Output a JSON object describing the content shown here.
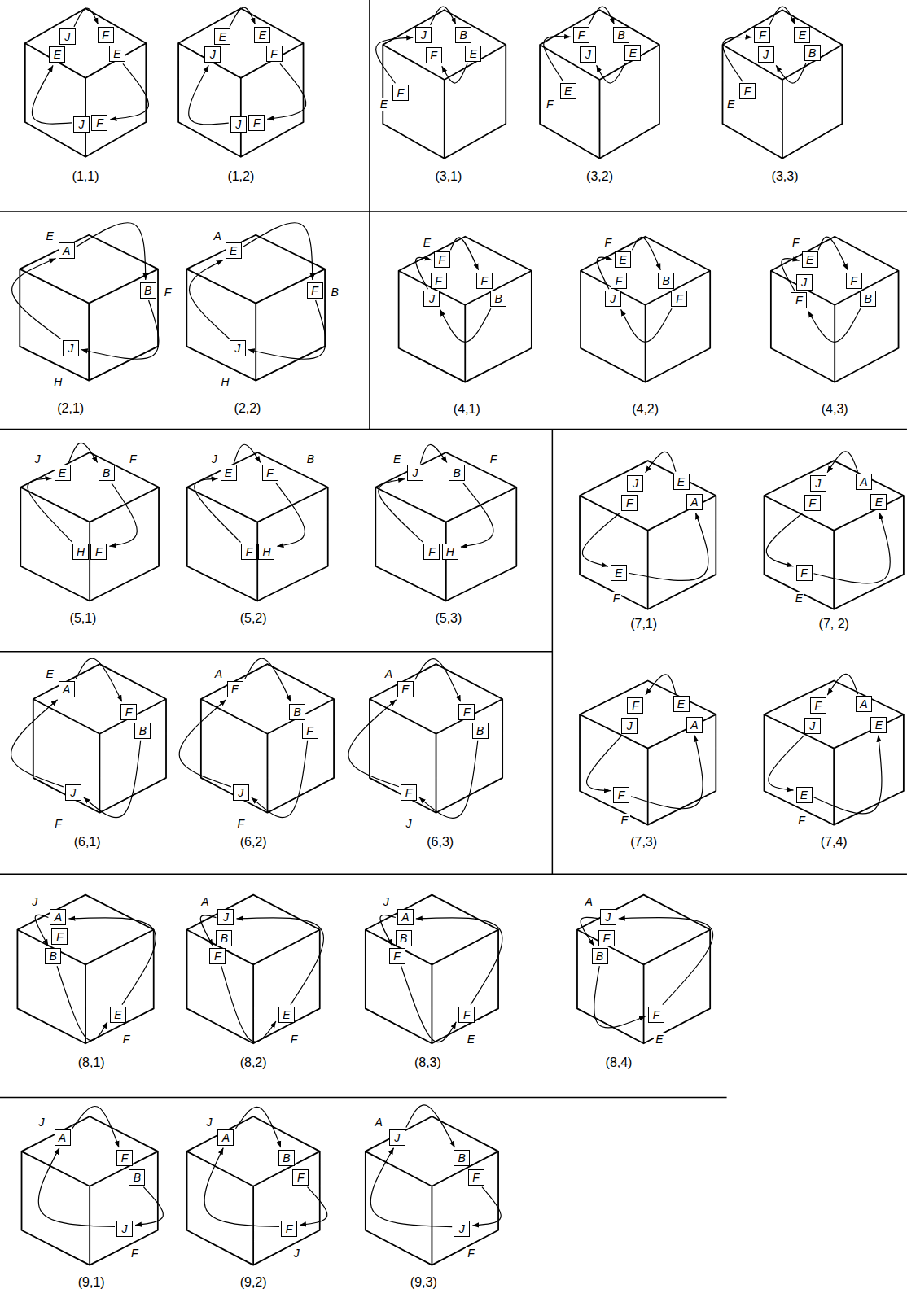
{
  "diagram": {
    "nodes": [
      {
        "text": [
          "J"
        ]
      },
      {
        "text": [
          "F"
        ]
      },
      {
        "text": [
          "E"
        ]
      },
      {
        "text": [
          "E"
        ]
      },
      {
        "text": [
          "J"
        ]
      },
      {
        "text": [
          "F"
        ]
      },
      {
        "text": [
          "E"
        ]
      },
      {
        "text": [
          "E"
        ]
      },
      {
        "text": [
          "J"
        ]
      },
      {
        "text": [
          "F"
        ]
      },
      {
        "text": [
          "J"
        ]
      },
      {
        "text": [
          "F"
        ]
      },
      {
        "text": [
          "J"
        ]
      },
      {
        "text": [
          "B"
        ]
      },
      {
        "text": [
          "F"
        ]
      },
      {
        "text": [
          "E"
        ]
      },
      {
        "text": [
          "F"
        ]
      },
      {
        "text": [
          "F"
        ]
      },
      {
        "text": [
          "B"
        ]
      },
      {
        "text": [
          "J"
        ]
      },
      {
        "text": [
          "E"
        ]
      },
      {
        "text": [
          "E"
        ]
      },
      {
        "text": [
          "F"
        ]
      },
      {
        "text": [
          "E"
        ]
      },
      {
        "text": [
          "J"
        ]
      },
      {
        "text": [
          "B"
        ]
      },
      {
        "text": [
          "F"
        ]
      },
      {
        "text": [
          "A"
        ]
      },
      {
        "text": [
          "B"
        ]
      },
      {
        "text": [
          "J"
        ]
      },
      {
        "text": [
          "E"
        ]
      },
      {
        "text": [
          "F"
        ]
      },
      {
        "text": [
          "J"
        ]
      },
      {
        "text": [
          "F"
        ]
      },
      {
        "text": [
          "F"
        ]
      },
      {
        "text": [
          "F"
        ]
      },
      {
        "text": [
          "J"
        ]
      },
      {
        "text": [
          "B"
        ]
      },
      {
        "text": [
          "E"
        ]
      },
      {
        "text": [
          "F"
        ]
      },
      {
        "text": [
          "B"
        ]
      },
      {
        "text": [
          "J"
        ]
      },
      {
        "text": [
          "F"
        ]
      },
      {
        "text": [
          "E"
        ]
      },
      {
        "text": [
          "J"
        ]
      },
      {
        "text": [
          "F"
        ]
      },
      {
        "text": [
          "F"
        ]
      },
      {
        "text": [
          "B"
        ]
      },
      {
        "text": [
          "E"
        ]
      },
      {
        "text": [
          "B"
        ]
      },
      {
        "text": [
          "H"
        ]
      },
      {
        "text": [
          "F"
        ]
      },
      {
        "text": [
          "E"
        ]
      },
      {
        "text": [
          "F"
        ]
      },
      {
        "text": [
          "F"
        ]
      },
      {
        "text": [
          "H"
        ]
      },
      {
        "text": [
          "J"
        ]
      },
      {
        "text": [
          "B"
        ]
      },
      {
        "text": [
          "F"
        ]
      },
      {
        "text": [
          "H"
        ]
      },
      {
        "text": [
          "J"
        ]
      },
      {
        "text": [
          "E"
        ]
      },
      {
        "text": [
          "F"
        ]
      },
      {
        "text": [
          "A"
        ]
      },
      {
        "text": [
          "E"
        ]
      },
      {
        "text": [
          "J"
        ]
      },
      {
        "text": [
          "A"
        ]
      },
      {
        "text": [
          "F"
        ]
      },
      {
        "text": [
          "E"
        ]
      },
      {
        "text": [
          "F"
        ]
      },
      {
        "text": [
          "A"
        ]
      },
      {
        "text": [
          "F"
        ]
      },
      {
        "text": [
          "B"
        ]
      },
      {
        "text": [
          "J"
        ]
      },
      {
        "text": [
          "E"
        ]
      },
      {
        "text": [
          "B"
        ]
      },
      {
        "text": [
          "F"
        ]
      },
      {
        "text": [
          "J"
        ]
      },
      {
        "text": [
          "E"
        ]
      },
      {
        "text": [
          "F"
        ]
      },
      {
        "text": [
          "B"
        ]
      },
      {
        "text": [
          "F"
        ]
      },
      {
        "text": [
          "F"
        ]
      },
      {
        "text": [
          "E"
        ]
      },
      {
        "text": [
          "J"
        ]
      },
      {
        "text": [
          "A"
        ]
      },
      {
        "text": [
          "F"
        ]
      },
      {
        "text": [
          "F"
        ]
      },
      {
        "text": [
          "A"
        ]
      },
      {
        "text": [
          "J"
        ]
      },
      {
        "text": [
          "E"
        ]
      },
      {
        "text": [
          "E"
        ]
      },
      {
        "text": [
          "A"
        ]
      },
      {
        "text": [
          "F"
        ]
      },
      {
        "text": [
          "B"
        ]
      },
      {
        "text": [
          "E"
        ]
      },
      {
        "text": [
          "J"
        ]
      },
      {
        "text": [
          "B"
        ]
      },
      {
        "text": [
          "F"
        ]
      },
      {
        "text": [
          "E"
        ]
      },
      {
        "text": [
          "A"
        ]
      },
      {
        "text": [
          "B"
        ]
      },
      {
        "text": [
          "F"
        ]
      },
      {
        "text": [
          "F"
        ]
      },
      {
        "text": [
          "J"
        ]
      },
      {
        "text": [
          "F"
        ]
      },
      {
        "text": [
          "B"
        ]
      },
      {
        "text": [
          "F"
        ]
      },
      {
        "text": [
          "A"
        ]
      },
      {
        "text": [
          "F"
        ]
      },
      {
        "text": [
          "B"
        ]
      },
      {
        "text": [
          "J"
        ]
      },
      {
        "text": [
          "A"
        ]
      },
      {
        "text": [
          "B"
        ]
      },
      {
        "text": [
          "F"
        ]
      },
      {
        "text": [
          "F"
        ]
      },
      {
        "text": [
          "J"
        ]
      },
      {
        "text": [
          "B"
        ]
      },
      {
        "text": [
          "F"
        ]
      },
      {
        "text": [
          "J"
        ]
      }
    ],
    "edges": [
      {
        "from": 0,
        "to": 1,
        "arrow": "to"
      },
      {
        "from": 3,
        "to": 5,
        "arrow": "to"
      },
      {
        "from": 4,
        "to": 2,
        "arrow": "to"
      },
      {
        "from": 6,
        "to": 7,
        "arrow": "to"
      },
      {
        "from": 9,
        "to": 11,
        "arrow": "to"
      },
      {
        "from": 10,
        "to": 8,
        "arrow": "to"
      },
      {
        "from": 12,
        "to": 13,
        "arrow": "to"
      },
      {
        "from": 15,
        "to": 14,
        "arrow": "to"
      },
      {
        "from": 16,
        "to": 12,
        "arrow": "to"
      },
      {
        "from": 17,
        "to": 18,
        "arrow": "to"
      },
      {
        "from": 20,
        "to": 19,
        "arrow": "to"
      },
      {
        "from": 21,
        "to": 17,
        "arrow": "to"
      },
      {
        "from": 22,
        "to": 23,
        "arrow": "to"
      },
      {
        "from": 25,
        "to": 24,
        "arrow": "to"
      },
      {
        "from": 26,
        "to": 22,
        "arrow": "to"
      },
      {
        "from": 27,
        "to": 28,
        "arrow": "to"
      },
      {
        "from": 28,
        "to": 29,
        "arrow": "to"
      },
      {
        "from": 29,
        "to": 27,
        "arrow": "to"
      },
      {
        "from": 30,
        "to": 31,
        "arrow": "to"
      },
      {
        "from": 31,
        "to": 32,
        "arrow": "to"
      },
      {
        "from": 32,
        "to": 30,
        "arrow": "to"
      },
      {
        "from": 33,
        "to": 35,
        "arrow": "to"
      },
      {
        "from": 37,
        "to": 36,
        "arrow": "to"
      },
      {
        "from": 36,
        "to": 33,
        "arrow": "to"
      },
      {
        "from": 38,
        "to": 40,
        "arrow": "to"
      },
      {
        "from": 42,
        "to": 41,
        "arrow": "to"
      },
      {
        "from": 41,
        "to": 38,
        "arrow": "to"
      },
      {
        "from": 43,
        "to": 45,
        "arrow": "to"
      },
      {
        "from": 47,
        "to": 46,
        "arrow": "to"
      },
      {
        "from": 46,
        "to": 43,
        "arrow": "to"
      },
      {
        "from": 48,
        "to": 49,
        "arrow": "to"
      },
      {
        "from": 49,
        "to": 51,
        "arrow": "to"
      },
      {
        "from": 50,
        "to": 48,
        "arrow": "to"
      },
      {
        "from": 52,
        "to": 53,
        "arrow": "to"
      },
      {
        "from": 53,
        "to": 55,
        "arrow": "to"
      },
      {
        "from": 54,
        "to": 52,
        "arrow": "to"
      },
      {
        "from": 56,
        "to": 57,
        "arrow": "to"
      },
      {
        "from": 57,
        "to": 59,
        "arrow": "to"
      },
      {
        "from": 58,
        "to": 56,
        "arrow": "to"
      },
      {
        "from": 61,
        "to": 60,
        "arrow": "to"
      },
      {
        "from": 62,
        "to": 64,
        "arrow": "to"
      },
      {
        "from": 64,
        "to": 63,
        "arrow": "to"
      },
      {
        "from": 66,
        "to": 65,
        "arrow": "to"
      },
      {
        "from": 67,
        "to": 69,
        "arrow": "to"
      },
      {
        "from": 69,
        "to": 68,
        "arrow": "to"
      },
      {
        "from": 70,
        "to": 71,
        "arrow": "to"
      },
      {
        "from": 72,
        "to": 73,
        "arrow": "to"
      },
      {
        "from": 73,
        "to": 70,
        "arrow": "to"
      },
      {
        "from": 74,
        "to": 75,
        "arrow": "to"
      },
      {
        "from": 76,
        "to": 77,
        "arrow": "to"
      },
      {
        "from": 77,
        "to": 74,
        "arrow": "to"
      },
      {
        "from": 78,
        "to": 79,
        "arrow": "to"
      },
      {
        "from": 80,
        "to": 81,
        "arrow": "to"
      },
      {
        "from": 81,
        "to": 78,
        "arrow": "to"
      },
      {
        "from": 83,
        "to": 82,
        "arrow": "to"
      },
      {
        "from": 84,
        "to": 86,
        "arrow": "to"
      },
      {
        "from": 86,
        "to": 85,
        "arrow": "to"
      },
      {
        "from": 88,
        "to": 87,
        "arrow": "to"
      },
      {
        "from": 89,
        "to": 91,
        "arrow": "to"
      },
      {
        "from": 91,
        "to": 90,
        "arrow": "to"
      },
      {
        "from": 95,
        "to": 92,
        "arrow": "to"
      },
      {
        "from": 94,
        "to": 95,
        "arrow": "to"
      },
      {
        "from": 92,
        "to": 94,
        "arrow": "to"
      },
      {
        "from": 99,
        "to": 96,
        "arrow": "to"
      },
      {
        "from": 98,
        "to": 99,
        "arrow": "to"
      },
      {
        "from": 96,
        "to": 98,
        "arrow": "to"
      },
      {
        "from": 103,
        "to": 100,
        "arrow": "to"
      },
      {
        "from": 102,
        "to": 103,
        "arrow": "to"
      },
      {
        "from": 100,
        "to": 102,
        "arrow": "to"
      },
      {
        "from": 107,
        "to": 104,
        "arrow": "to"
      },
      {
        "from": 106,
        "to": 107,
        "arrow": "to"
      },
      {
        "from": 104,
        "to": 106,
        "arrow": "to"
      },
      {
        "from": 108,
        "to": 109,
        "arrow": "to"
      },
      {
        "from": 110,
        "to": 111,
        "arrow": "to"
      },
      {
        "from": 111,
        "to": 108,
        "arrow": "to"
      },
      {
        "from": 112,
        "to": 113,
        "arrow": "to"
      },
      {
        "from": 114,
        "to": 115,
        "arrow": "to"
      },
      {
        "from": 115,
        "to": 112,
        "arrow": "to"
      },
      {
        "from": 116,
        "to": 117,
        "arrow": "to"
      },
      {
        "from": 118,
        "to": 119,
        "arrow": "to"
      },
      {
        "from": 119,
        "to": 116,
        "arrow": "to"
      }
    ],
    "labels": [
      "(1,1)",
      "(1,2)",
      "E",
      "(3,1)",
      "F",
      "(3,2)",
      "E",
      "(3,3)",
      "E",
      "F",
      "H",
      "(2,1)",
      "A",
      "B",
      "H",
      "(2,2)",
      "E",
      "(4,1)",
      "F",
      "(4,2)",
      "F",
      "(4,3)",
      "J",
      "F",
      "(5,1)",
      "J",
      "B",
      "(5,2)",
      "E",
      "F",
      "(5,3)",
      "F",
      "(7,1)",
      "E",
      "(7, 2)",
      "E",
      "F",
      "(6,1)",
      "A",
      "F",
      "(6,2)",
      "A",
      "J",
      "(6,3)",
      "E",
      "(7,3)",
      "F",
      "(7,4)",
      "J",
      "F",
      "(8,1)",
      "A",
      "F",
      "(8,2)",
      "J",
      "E",
      "(8,3)",
      "A",
      "E",
      "(8,4)",
      "J",
      "F",
      "(9,1)",
      "J",
      "J",
      "(9,2)",
      "A",
      "F",
      "(9,3)"
    ]
  }
}
